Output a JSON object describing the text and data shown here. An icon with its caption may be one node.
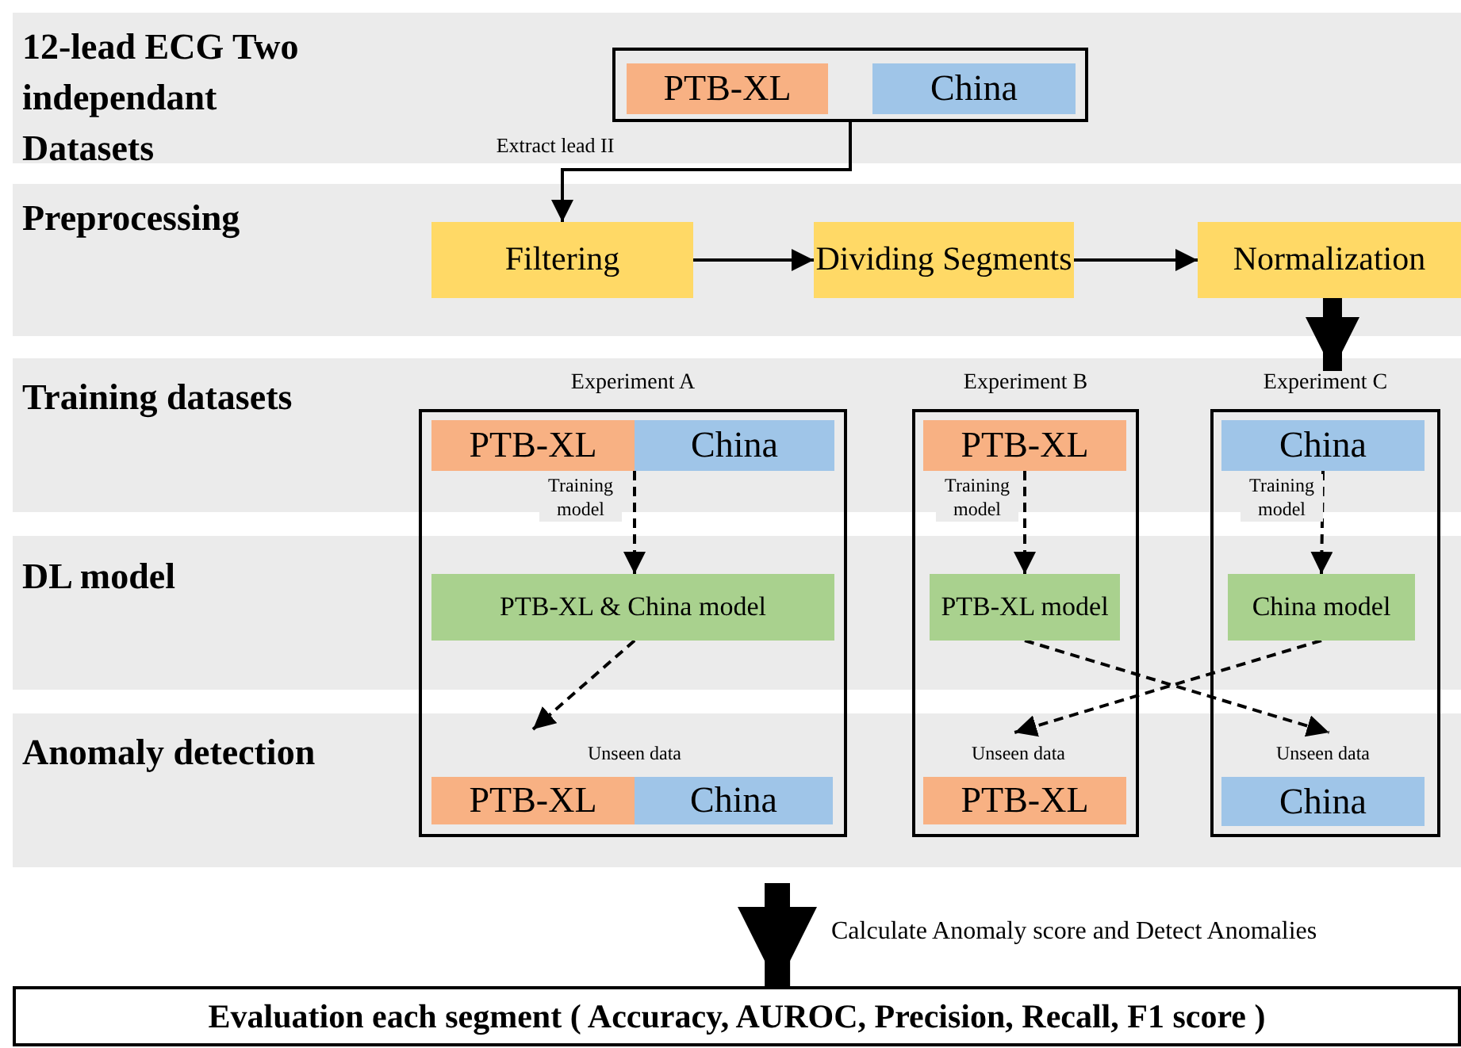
{
  "diagram": {
    "nodes": [
      {
        "text": [],
        "shape": "box"
      },
      {
        "text": [
          "PTB-XL"
        ],
        "in": 0
      },
      {
        "text": [
          "China"
        ],
        "in": 0
      },
      {
        "text": [
          "Filtering"
        ]
      },
      {
        "text": [
          "Dividing Segments"
        ]
      },
      {
        "text": [
          "Normalization"
        ]
      },
      {
        "text": [
          "Experiment A"
        ]
      },
      {
        "text": [
          "PTB-XL"
        ],
        "in": 6
      },
      {
        "text": [
          "China"
        ],
        "in": 6
      },
      {
        "text": [
          "PTB-XL & China model"
        ],
        "in": 6
      },
      {
        "text": [
          "PTB-XL"
        ],
        "in": 6
      },
      {
        "text": [
          "China"
        ],
        "in": 6
      },
      {
        "text": [
          "Experiment B"
        ]
      },
      {
        "text": [
          "PTB-XL"
        ],
        "in": 12
      },
      {
        "text": [
          "PTB-XL model"
        ],
        "in": 12
      },
      {
        "text": [
          "PTB-XL"
        ],
        "in": 12
      },
      {
        "text": [
          "Experiment C"
        ]
      },
      {
        "text": [
          "China"
        ],
        "in": 16
      },
      {
        "text": [
          "China model"
        ],
        "in": 16
      },
      {
        "text": [
          "China"
        ],
        "in": 16
      },
      {
        "text": [
          "Evaluation each segment ( Accuracy, AUROC, Precision, Recall, F1 score )"
        ]
      }
    ],
    "edges": [
      {
        "from": 0,
        "to": 3,
        "arrow": "to",
        "label": "Extract lead II"
      },
      {
        "from": 3,
        "to": 4,
        "arrow": "to"
      },
      {
        "from": 4,
        "to": 5,
        "arrow": "to"
      },
      {
        "from": 5,
        "to": 16,
        "arrow": "to",
        "style": "thick"
      },
      {
        "from": 7,
        "to": 9,
        "arrow": "to",
        "style": "dashed",
        "label": "Training model"
      },
      {
        "from": 9,
        "to": 10,
        "arrow": "to",
        "style": "dashed"
      },
      {
        "from": 13,
        "to": 14,
        "arrow": "to",
        "style": "dashed",
        "label": "Training model"
      },
      {
        "from": 17,
        "to": 18,
        "arrow": "to",
        "style": "dashed",
        "label": "Training model"
      },
      {
        "from": 14,
        "to": 19,
        "arrow": "to",
        "style": "dashed"
      },
      {
        "from": 18,
        "to": 15,
        "arrow": "to",
        "style": "dashed"
      },
      {
        "from": null,
        "to": 20,
        "arrow": "to",
        "style": "thick",
        "label": "Calculate Anomaly score and Detect Anomalies"
      }
    ],
    "labels": [
      "12-lead ECG Two independant Datasets",
      "Preprocessing",
      "Training datasets",
      "DL model",
      "Anomaly detection",
      "Unseen data",
      "Unseen data",
      "Unseen data"
    ]
  }
}
